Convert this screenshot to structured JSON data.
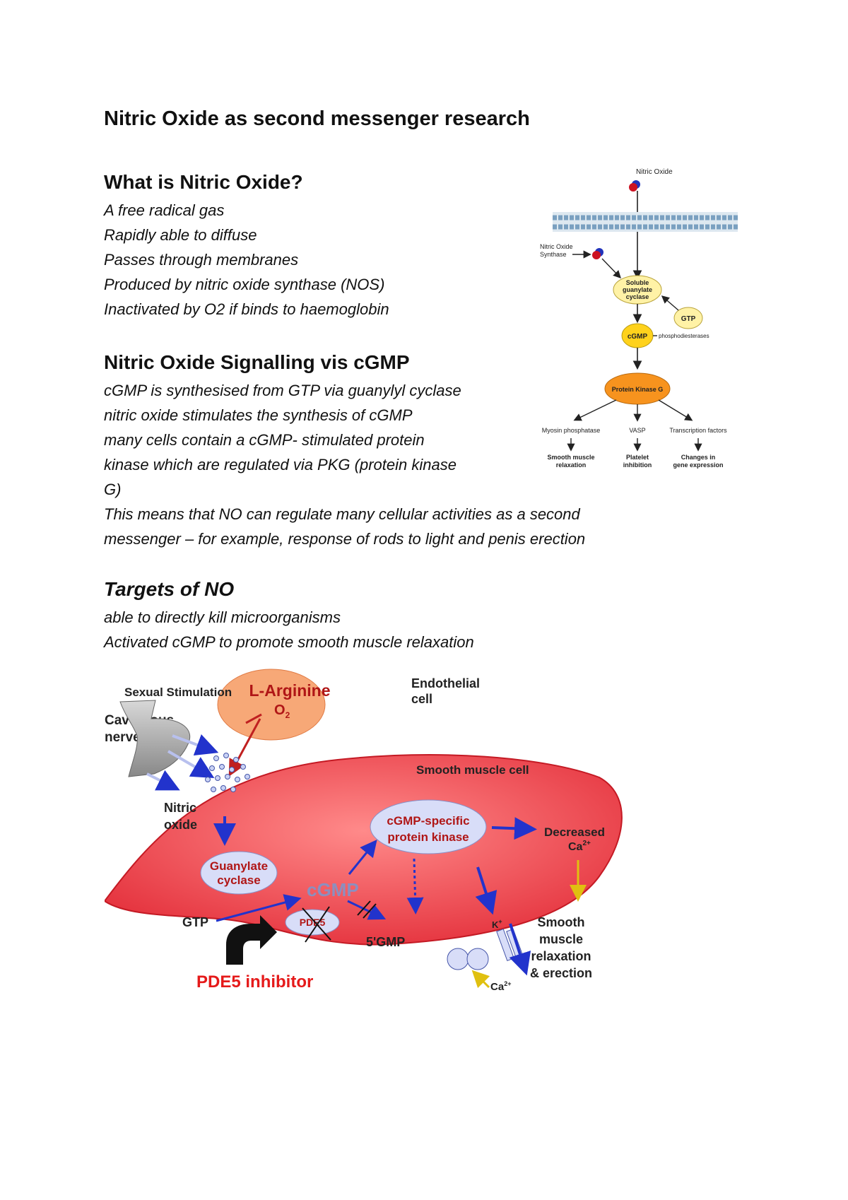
{
  "title": "Nitric Oxide as second messenger research",
  "section1": {
    "heading": "What is Nitric Oxide?",
    "lines": [
      "A free radical gas",
      "Rapidly able to diffuse",
      "Passes through membranes",
      "Produced by nitric oxide synthase (NOS)",
      "Inactivated by O2 if binds to haemoglobin"
    ]
  },
  "section2": {
    "heading": "Nitric Oxide Signalling vis cGMP",
    "lines": [
      "cGMP is synthesised from GTP via guanylyl cyclase",
      "nitric oxide stimulates the synthesis of cGMP",
      "many cells contain a cGMP- stimulated protein",
      "kinase which are regulated via PKG (protein kinase",
      "G)",
      "This means that NO can regulate many cellular activities as a second",
      "messenger – for example, response of rods to light and penis erection"
    ]
  },
  "section3": {
    "heading": "Targets of NO",
    "lines": [
      "able to directly kill microorganisms",
      "Activated cGMP to promote smooth muscle relaxation"
    ]
  },
  "diagram1": {
    "nitric_oxide": "Nitric Oxide",
    "nos_line1": "Nitric Oxide",
    "nos_line2": "Synthase",
    "sgc_line1": "Soluble",
    "sgc_line2": "guanylate",
    "sgc_line3": "cyclase",
    "gtp": "GTP",
    "cgmp": "cGMP",
    "pde": "phosphodiesterases",
    "pkg": "Protein Kinase G",
    "target1": "Myosin phosphatase",
    "target2": "VASP",
    "target3": "Transcription factors",
    "out1_line1": "Smooth muscle",
    "out1_line2": "relaxation",
    "out2_line1": "Platelet",
    "out2_line2": "inhibition",
    "out3_line1": "Changes in",
    "out3_line2": "gene expression"
  },
  "diagram2": {
    "sexual_stimulation": "Sexual Stimulation",
    "cavernous_line1": "Cavernous",
    "cavernous_line2": "nerve",
    "l_arginine": "L-Arginine",
    "o2": "O",
    "o2_sub": "2",
    "endothelial_line1": "Endothelial",
    "endothelial_line2": "cell",
    "smooth_muscle_cell": "Smooth muscle cell",
    "nitric_line1": "Nitric",
    "nitric_line2": "oxide",
    "guanylate_line1": "Guanylate",
    "guanylate_line2": "cyclase",
    "cgmp": "cGMP",
    "pkg_line1": "cGMP-specific",
    "pkg_line2": "protein kinase",
    "decreased_line1": "Decreased",
    "decreased_line2": "Ca",
    "ca_sup": "2+",
    "gtp": "GTP",
    "pde5": "PDE5",
    "five_gmp": "5'GMP",
    "k_plus": "K",
    "k_sup": "+",
    "ca2": "Ca",
    "relax_line1": "Smooth",
    "relax_line2": "muscle",
    "relax_line3": "relaxation",
    "relax_line4": "& erection",
    "pde5_inhibitor": "PDE5 inhibitor"
  }
}
